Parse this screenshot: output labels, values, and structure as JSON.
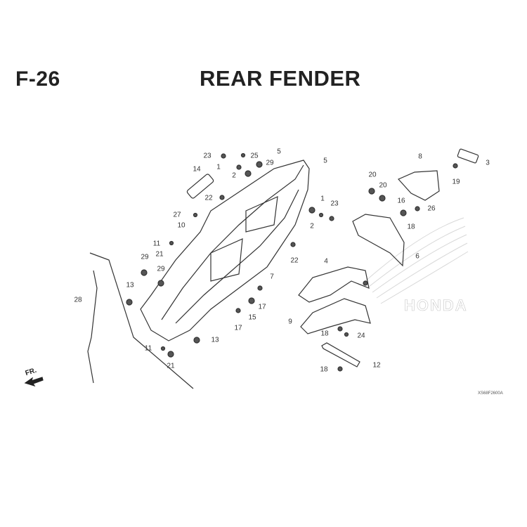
{
  "figure_id": "F-26",
  "title": "REAR FENDER",
  "front_indicator": "FR.",
  "diagram_code": "XS68F2600A",
  "watermark": "HONDA",
  "callouts": [
    "23",
    "25",
    "5",
    "5",
    "1",
    "2",
    "29",
    "14",
    "22",
    "27",
    "10",
    "1",
    "23",
    "2",
    "22",
    "7",
    "11",
    "21",
    "29",
    "29",
    "13",
    "28",
    "17",
    "15",
    "17",
    "13",
    "11",
    "21",
    "4",
    "9",
    "18",
    "24",
    "12",
    "18",
    "8",
    "3",
    "19",
    "20",
    "20",
    "16",
    "26",
    "18",
    "6"
  ]
}
